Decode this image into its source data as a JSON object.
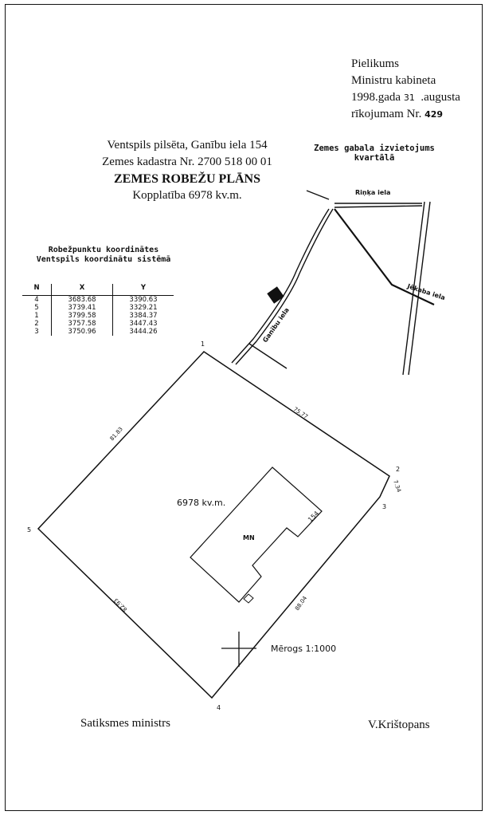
{
  "appendix": {
    "line1": "Pielikums",
    "line2": "Ministru kabineta",
    "line3a": "1998.gada",
    "day": "31",
    "line3b": ".augusta",
    "line4": "rīkojumam Nr.",
    "number": "429"
  },
  "header": {
    "address": "Ventspils pilsēta, Ganību iela 154",
    "cadastre": "Zemes kadastra Nr. 2700 518 00 01",
    "title": "ZEMES ROBEŽU PLĀNS",
    "area": "Kopplatība 6978 kv.m."
  },
  "location_map": {
    "title_line1": "Zemes gabala izvietojums",
    "title_line2": "kvartālā",
    "streets": [
      "Riņķa iela",
      "Jēkaba iela",
      "Ganību iela"
    ]
  },
  "coordinates": {
    "title_line1": "Robežpunktu koordinātes",
    "title_line2": "Ventspils koordinātu sistēmā",
    "columns": [
      "N",
      "X",
      "Y"
    ],
    "rows": [
      [
        "4",
        "3683.68",
        "3390.63"
      ],
      [
        "5",
        "3739.41",
        "3329.21"
      ],
      [
        "1",
        "3799.58",
        "3384.37"
      ],
      [
        "2",
        "3757.58",
        "3447.43"
      ],
      [
        "3",
        "3750.96",
        "3444.26"
      ]
    ]
  },
  "plan": {
    "points": [
      "1",
      "2",
      "3",
      "4",
      "5"
    ],
    "edges": {
      "e12": "75.77",
      "e23": "7.34",
      "e34": "88.04",
      "e45": "82.93",
      "e51": "81.83"
    },
    "area_label": "6978 kv.m.",
    "building_label": "MN",
    "house_number": "154",
    "scale": "Mērogs 1:1000"
  },
  "footer": {
    "position": "Satiksmes ministrs",
    "name": "V.Krištopans"
  }
}
